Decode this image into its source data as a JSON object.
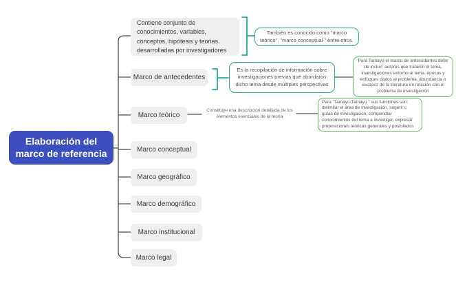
{
  "diagram": {
    "root": {
      "label": "Elaboración del marco de referencia"
    },
    "branches": [
      {
        "label": "Contiene conjunto de conocimientos, variables, conceptos, hipótesis y teorias desarrolladas por investigadores"
      },
      {
        "label": "Marco de antecedentes"
      },
      {
        "label": "Marco teórico"
      },
      {
        "label": "Marco conceptual"
      },
      {
        "label": "Marco geográfico"
      },
      {
        "label": "Marco demográfico"
      },
      {
        "label": "Marco institucional"
      },
      {
        "label": "Marco legal"
      }
    ],
    "notes": {
      "teal1": "También es conocido como \"marco teórico\", \"marco conceptual \" entre otros.",
      "teal2": "Es la recopilación de información sobre investigaciones previas qué abordaron dicho tema desde múltiples perspectivas",
      "green1": "Para Tamayo el marco de antecedentes debe de incluir: autores que trataron el tema, investigaciones entorno al tema, épocas y enfoques dados al problema, abundancia o escasez de la literatura en relación con el problema de investigación",
      "green2": "Para \"Tamayo-Tamayo \" sus funciones son: delimitar el área de investigación, sugerir c guías de investigación, compendiar conocimientos del tema a investigar, expresar proposiciones teóricas generales y postulados",
      "inline": "Constituye una descripción detallada de los elementos esenciales de la teoría"
    },
    "colors": {
      "root_bg": "#3d4ec0",
      "root_text": "#ffffff",
      "branch_bg": "#efefef",
      "branch_text": "#3a3a3a",
      "teal_accent": "#2aa79b",
      "green_accent": "#5eb95e",
      "connector": "#4a4a4a",
      "canvas_bg": "#ffffff"
    }
  }
}
